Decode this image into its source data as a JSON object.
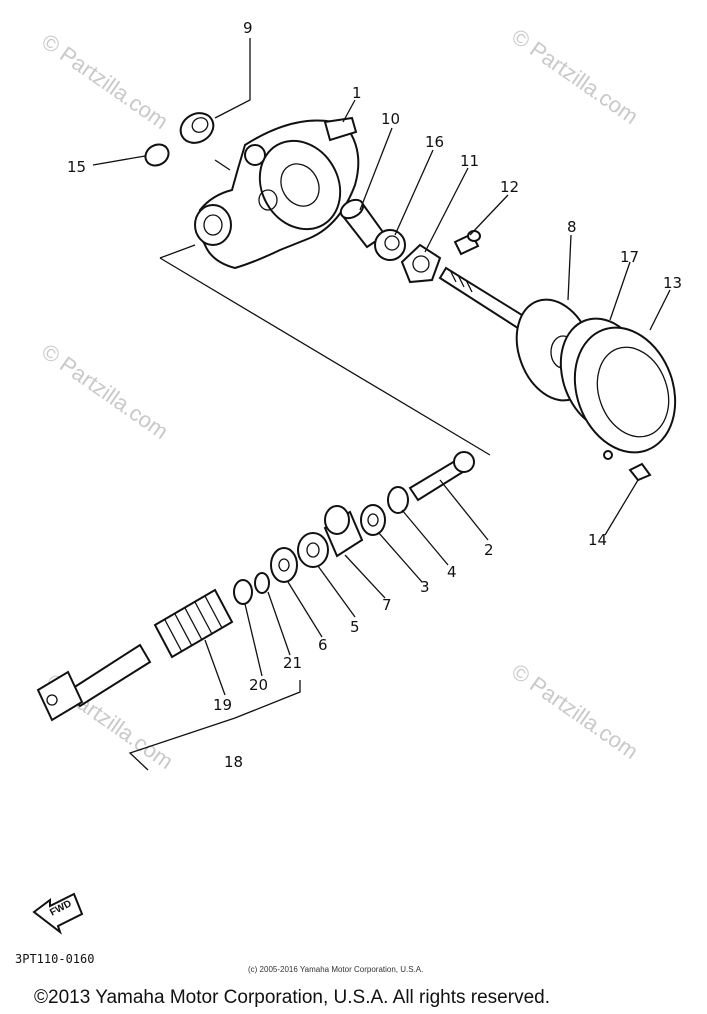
{
  "diagram": {
    "callouts": [
      "1",
      "2",
      "3",
      "4",
      "5",
      "6",
      "7",
      "8",
      "9",
      "10",
      "11",
      "12",
      "13",
      "14",
      "15",
      "16",
      "17",
      "18",
      "19",
      "20",
      "21"
    ],
    "watermarks": [
      "© Partzilla.com",
      "© Partzilla.com",
      "© Partzilla.com",
      "© Partzilla.com",
      "© Partzilla.com"
    ],
    "arrow_label": "FWD",
    "part_code": "3PT110-0160",
    "small_copyright": "(c) 2005-2016 Yamaha Motor Corporation, U.S.A.",
    "footer_copyright": "©2013 Yamaha Motor Corporation, U.S.A. All rights reserved."
  }
}
